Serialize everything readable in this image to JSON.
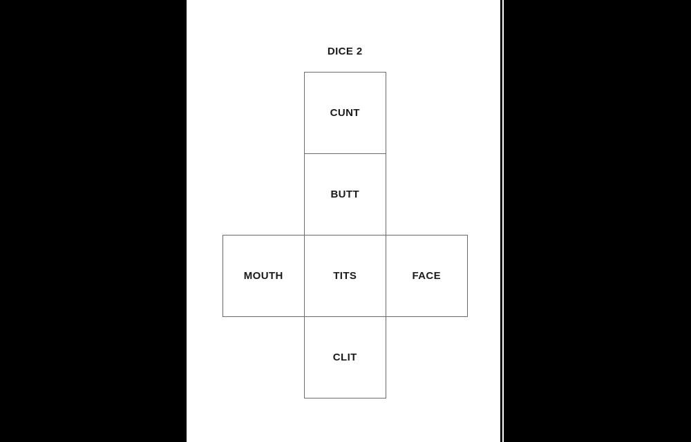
{
  "viewer": {
    "background_color": "#000000",
    "page_color": "#ffffff",
    "line_color": "#6a6a6a",
    "text_color": "#1a1a1a"
  },
  "dice": {
    "title": "DICE 2",
    "faces": [
      {
        "slot": "top",
        "label": "CUNT"
      },
      {
        "slot": "upper",
        "label": "BUTT"
      },
      {
        "slot": "left",
        "label": "MOUTH"
      },
      {
        "slot": "center",
        "label": "TITS"
      },
      {
        "slot": "right",
        "label": "FACE"
      },
      {
        "slot": "bottom",
        "label": "CLIT"
      }
    ]
  }
}
